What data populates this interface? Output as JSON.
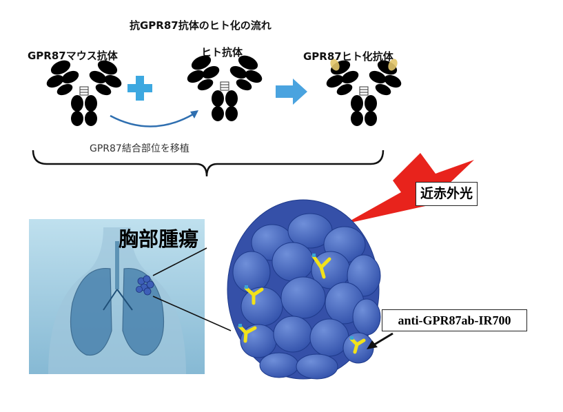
{
  "title": "抗GPR87抗体のヒト化の流れ",
  "labels": {
    "mouse_antibody": "GPR87マウス抗体",
    "human_antibody": "ヒト抗体",
    "humanized_antibody": "GPR87ヒト化抗体",
    "graft_caption": "GPR87結合部位を移植",
    "chest_tumor": "胸部腫瘍",
    "near_infrared": "近赤外光",
    "conjugate": "anti-GPR87ab-IR700"
  },
  "colors": {
    "mouse_antibody": "#c9a447",
    "human_antibody_light": "#9db8e6",
    "human_antibody_dark": "#3355b8",
    "plus_sign": "#3da8e0",
    "arrow": "#4aa3df",
    "laser": "#e8231c",
    "tumor_cells": "#3d5fb8",
    "antibody_marker": "#f2e21a",
    "lung_background": "#a7cde2"
  },
  "icons": [
    "plus-icon",
    "curved-arrow-icon",
    "right-arrow-icon",
    "lightning-icon",
    "pointer-arrow-icon"
  ]
}
